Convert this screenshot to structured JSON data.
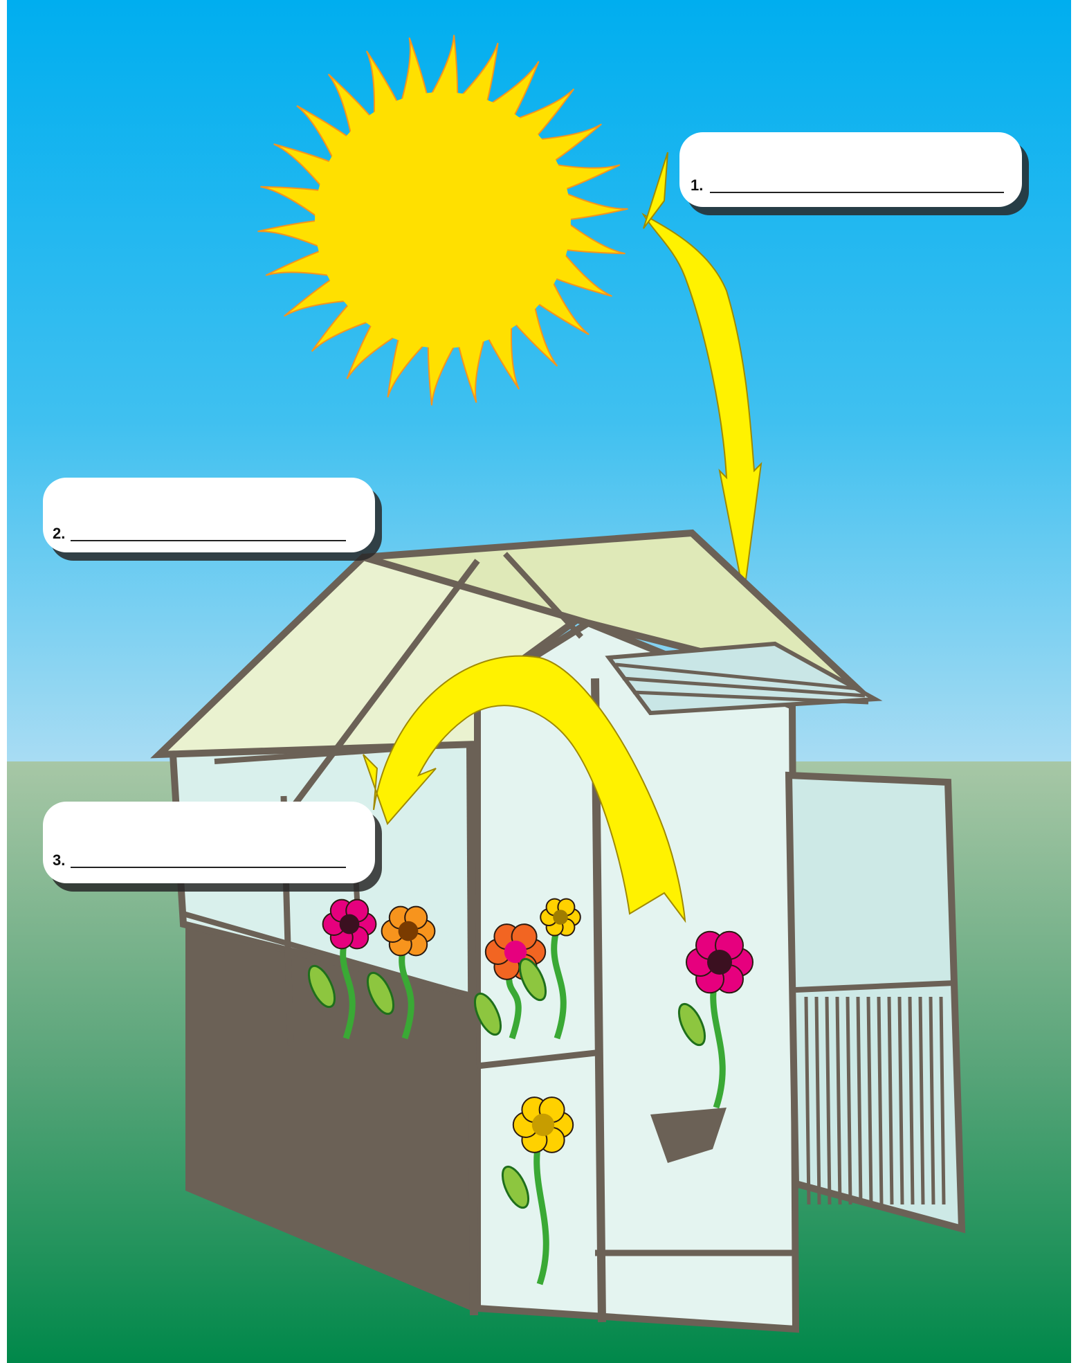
{
  "labels": [
    {
      "number": "1."
    },
    {
      "number": "2."
    },
    {
      "number": "3."
    }
  ],
  "colors": {
    "sky_top": "#00aeef",
    "sky_bottom": "#a8dcf3",
    "ground_top": "#a7c7a6",
    "ground_bottom": "#00884a",
    "sun": "#ffe000",
    "sun_outline": "#f7941d",
    "arrow": "#fff200",
    "frame": "#6b6156",
    "glass": "#d9f0ec",
    "roof_glass": "#eaf2d0"
  },
  "icons": [
    "sun-icon",
    "incoming-arrow-icon",
    "reflected-arrow-icon",
    "flower-icon",
    "greenhouse-icon"
  ]
}
